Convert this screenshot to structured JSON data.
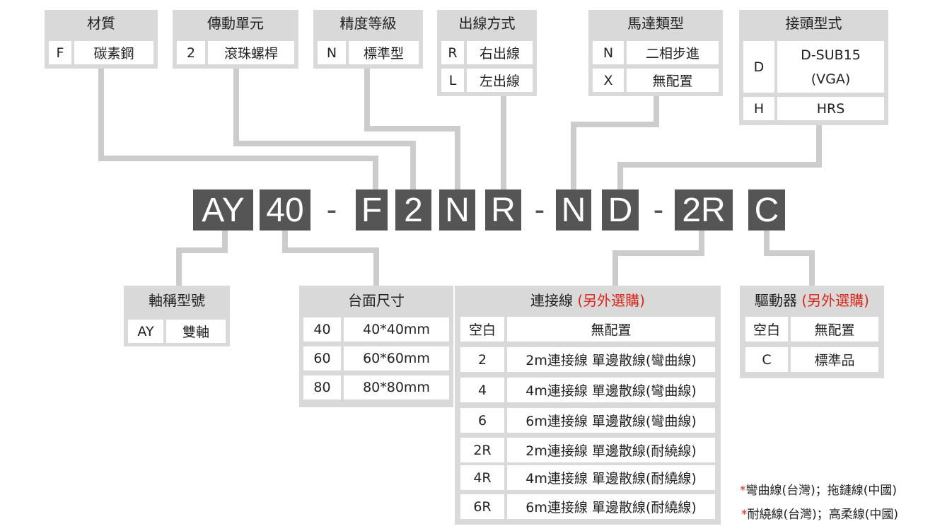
{
  "code_parts": [
    "AY",
    "40",
    "-",
    "F",
    "2",
    "N",
    "R",
    "-",
    "N",
    "D",
    "-",
    "2R",
    "C"
  ],
  "material": {
    "title": "材質",
    "rows": [
      [
        "F",
        "碳素鋼"
      ]
    ]
  },
  "drive": {
    "title": "傳動單元",
    "rows": [
      [
        "2",
        "滾珠螺桿"
      ]
    ]
  },
  "precision": {
    "title": "精度等級",
    "rows": [
      [
        "N",
        "標準型"
      ]
    ]
  },
  "outlet": {
    "title": "出線方式",
    "rows": [
      [
        "R",
        "右出線"
      ],
      [
        "L",
        "左出線"
      ]
    ]
  },
  "motor": {
    "title": "馬達類型",
    "rows": [
      [
        "N",
        "二相步進"
      ],
      [
        "X",
        "無配置"
      ]
    ]
  },
  "connector": {
    "title": "接頭型式",
    "rows": [
      [
        "D",
        "D-SUB15",
        "(VGA)"
      ],
      [
        "H",
        "HRS"
      ]
    ]
  },
  "axis": {
    "title": "軸稱型號",
    "rows": [
      [
        "AY",
        "雙軸"
      ]
    ]
  },
  "table_size": {
    "title": "台面尺寸",
    "rows": [
      [
        "40",
        "40*40mm"
      ],
      [
        "60",
        "60*60mm"
      ],
      [
        "80",
        "80*80mm"
      ]
    ]
  },
  "cable": {
    "title": "連接線",
    "title_note": "(另外選購)",
    "rows": [
      [
        "空白",
        "無配置"
      ],
      [
        "2",
        "2m連接線 單邊散線(彎曲線)"
      ],
      [
        "4",
        "4m連接線 單邊散線(彎曲線)"
      ],
      [
        "6",
        "6m連接線 單邊散線(彎曲線)"
      ],
      [
        "2R",
        "2m連接線 單邊散線(耐繞線)"
      ],
      [
        "4R",
        "4m連接線 單邊散線(耐繞線)"
      ],
      [
        "6R",
        "6m連接線 單邊散線(耐繞線)"
      ]
    ]
  },
  "driver": {
    "title": "驅動器",
    "title_note": "(另外選購)",
    "rows": [
      [
        "空白",
        "無配置"
      ],
      [
        "C",
        "標準品"
      ]
    ]
  },
  "notes": [
    "彎曲線(台灣)；拖鏈線(中國)",
    "耐繞線(台灣)；高柔線(中國)"
  ],
  "note_mark": "*",
  "colors": {
    "code_bg": "#555555",
    "box_bg": "#d9d9d9",
    "line": "#cccccc",
    "accent": "#d9261c"
  }
}
